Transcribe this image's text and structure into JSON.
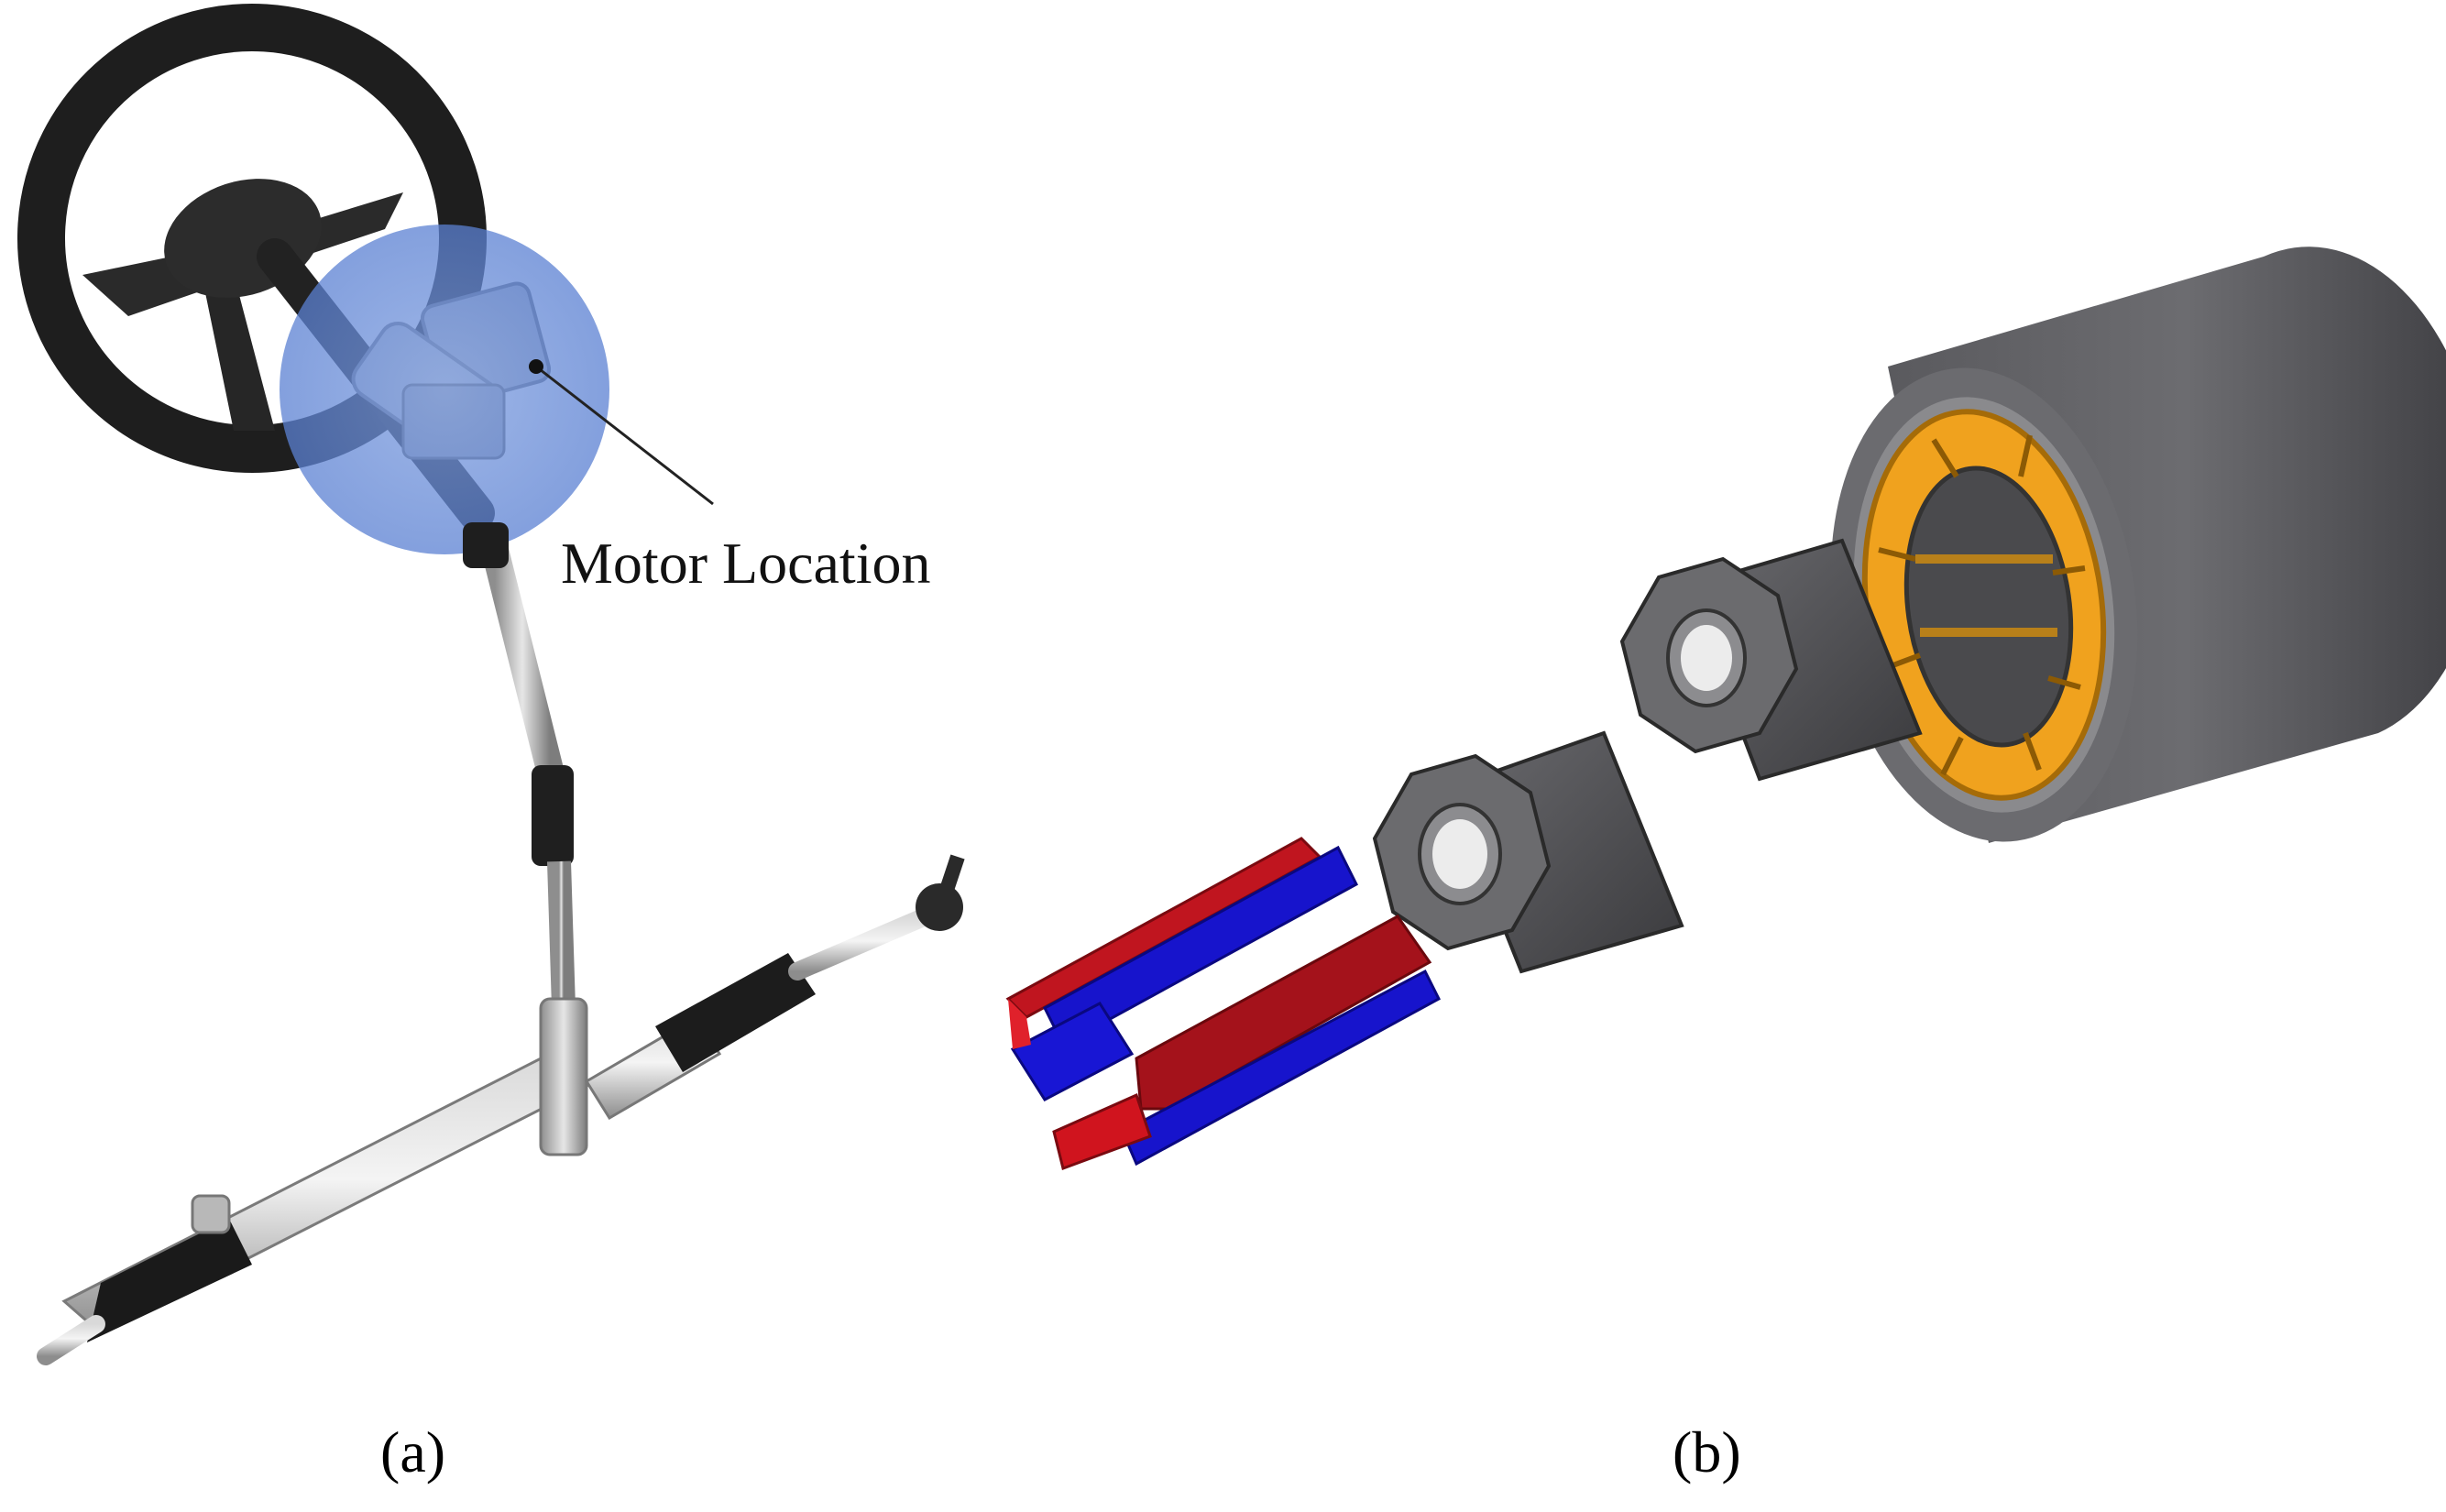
{
  "figure": {
    "panel_a": {
      "caption": "(a)",
      "callout": "Motor Location"
    },
    "panel_b": {
      "caption": "(b)"
    },
    "colors": {
      "magnet_red": "#b3131c",
      "magnet_blue": "#1512c8",
      "winding_orange": "#f0a21e",
      "steel_gray": "#4f4f52",
      "highlight_blue": "#6a8fd9"
    }
  }
}
